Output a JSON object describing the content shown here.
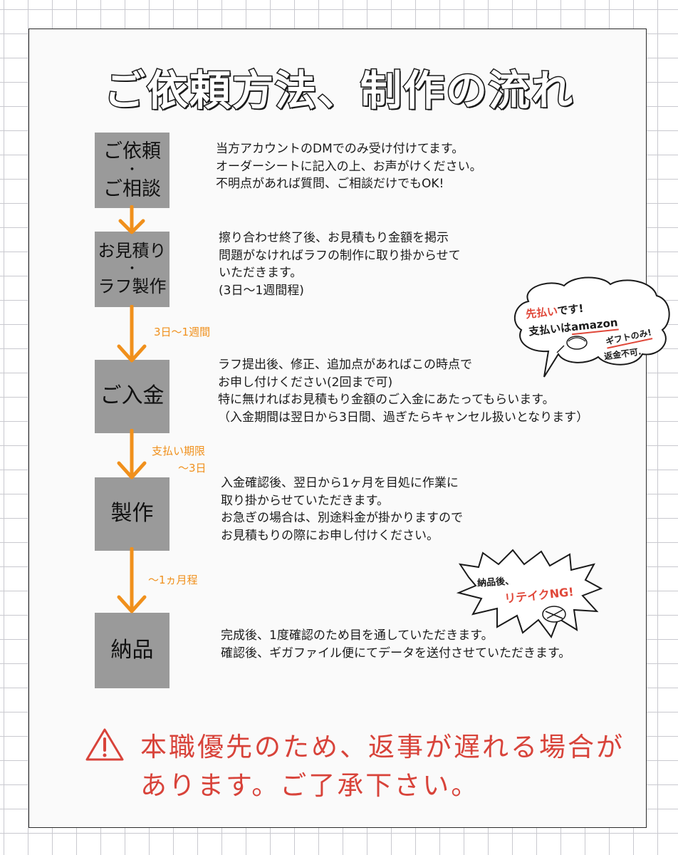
{
  "title": "ご依頼方法、制作の流れ",
  "steps": [
    {
      "label_top": "ご依頼",
      "label_mid": "・",
      "label_bottom": "ご相談",
      "desc": [
        "当方アカウントのDMでのみ受け付けてます。",
        "オーダーシートに記入の上、お声がけください。",
        "不明点があれば質問、ご相談だけでもOK!"
      ]
    },
    {
      "label_top": "お見積り",
      "label_mid": "・",
      "label_bottom": "ラフ製作",
      "desc": [
        "擦り合わせ終了後、お見積もり金額を掲示",
        "問題がなければラフの制作に取り掛からせて",
        "いただきます。",
        "(3日～1週間程)"
      ]
    },
    {
      "label": "ご入金",
      "desc": [
        "ラフ提出後、修正、追加点があればこの時点で",
        "お申し付けください(2回まで可)",
        "特に無ければお見積もり金額のご入金にあたってもらいます。",
        "（入金期間は翌日から3日間、過ぎたらキャンセル扱いとなります）"
      ]
    },
    {
      "label": "製作",
      "desc": [
        "入金確認後、翌日から1ヶ月を目処に作業に",
        "取り掛からせていただきます。",
        "お急ぎの場合は、別途料金が掛かりますので",
        "お見積もりの際にお申し付けください。"
      ]
    },
    {
      "label": "納品",
      "desc": [
        "完成後、1度確認のため目を通していただきます。",
        "確認後、ギガファイル便にてデータを送付させていただきます。"
      ]
    }
  ],
  "durations": {
    "d1": "3日～1週間",
    "d2_line1": "支払い期限",
    "d2_line2": "～3日",
    "d3": "～1ヵ月程"
  },
  "note1": {
    "line1_a": "先払い",
    "line1_b": "です!",
    "line2_a": "支払いは",
    "line2_b": "amazon",
    "line3": "ギフトのみ!",
    "line4": "返金不可."
  },
  "note2": {
    "line1": "納品後、",
    "line2": "リテイクNG!"
  },
  "warning": {
    "line1": "本職優先のため、返事が遅れる場合が",
    "line2": "あります。ご了承下さい。"
  },
  "colors": {
    "arrow": "#f0901c",
    "warning": "#d8433a",
    "box": "#9a9a9a",
    "note_red": "#e0483a"
  }
}
